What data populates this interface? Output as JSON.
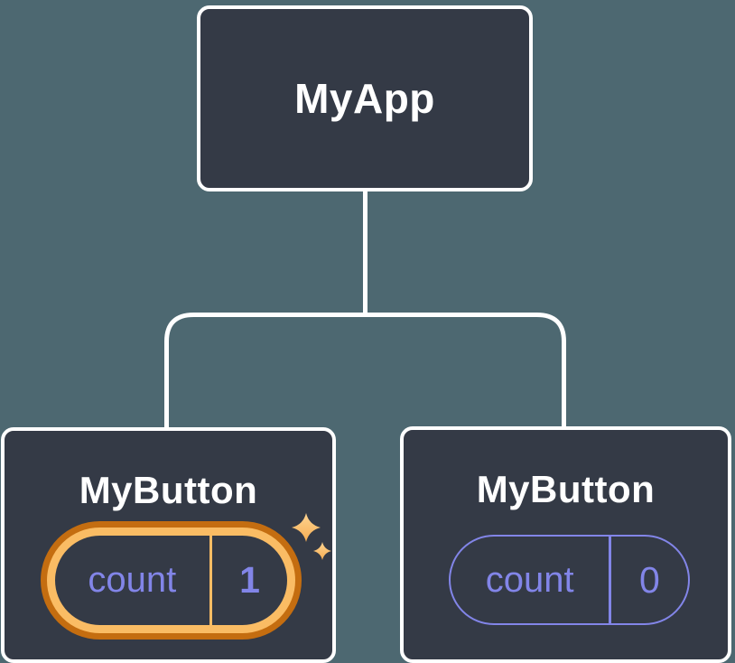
{
  "tree": {
    "root": {
      "label": "MyApp"
    },
    "children": [
      {
        "label": "MyButton",
        "state": {
          "name": "count",
          "value": "1"
        },
        "highlighted": true,
        "highlight_style": "orange-glow-with-sparkles"
      },
      {
        "label": "MyButton",
        "state": {
          "name": "count",
          "value": "0"
        },
        "highlighted": false,
        "highlight_style": "none"
      }
    ]
  },
  "icons": {
    "sparkles": "sparkles-icon (two four-pointed stars)"
  },
  "colors": {
    "background": "#4D6871",
    "node_fill": "#343A46",
    "node_border": "#FFFFFF",
    "connector": "#FFFFFF",
    "state_purple": "#8285E8",
    "highlight_outer": "#C46D10",
    "highlight_inner": "#FABC64",
    "sparkle_light": "#FDD492",
    "sparkle_dark": "#F7AE52"
  }
}
